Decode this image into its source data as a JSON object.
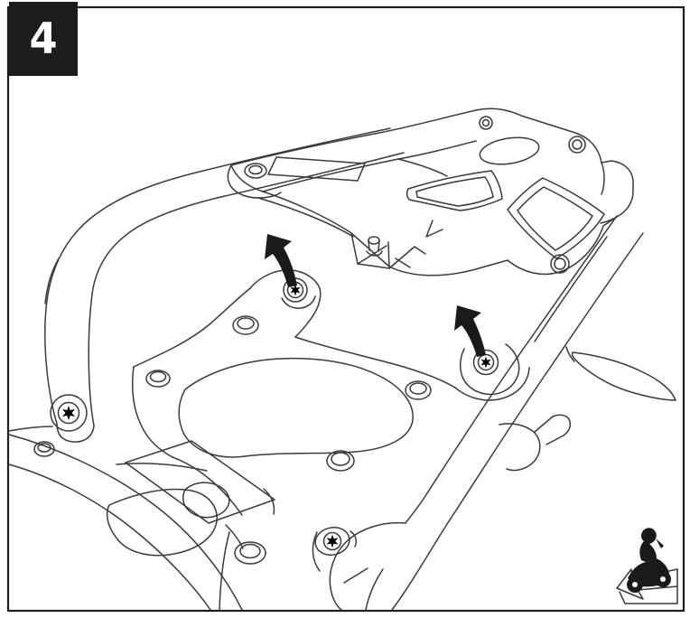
{
  "figure": {
    "step_number": "4",
    "kind": "assembly-instruction line drawing",
    "subject": "Motorcycle rear rack and under-seat area with two fixing screws indicated",
    "colors": {
      "background": "#ffffff",
      "line": "#3a3a3a",
      "frame_border": "#1d1d1b",
      "label_background": "#1d1d1b",
      "label_text": "#ffffff",
      "arrow_fill": "#1a1a1a",
      "icon_fill": "#1a1a1a"
    },
    "annotations": {
      "arrows": [
        {
          "id": "arrow-1",
          "direction": "up-left",
          "points_at": "left torx screw on seat-tray mount"
        },
        {
          "id": "arrow-2",
          "direction": "up-left",
          "points_at": "right torx screw on rear mount"
        }
      ],
      "screws": [
        {
          "id": "torx-screw-1",
          "location": "center-left mount (arrow 1 target)"
        },
        {
          "id": "torx-screw-2",
          "location": "center-right mount (arrow 2 target)"
        },
        {
          "id": "torx-screw-3",
          "location": "grab-rail foot, lower left"
        },
        {
          "id": "torx-screw-4",
          "location": "subframe pocket, bottom center"
        }
      ]
    },
    "corner_icon": {
      "name": "motorcycle-direction-icon",
      "meaning": "motorcycle with arrow pointing down-left (direction of travel)"
    }
  }
}
